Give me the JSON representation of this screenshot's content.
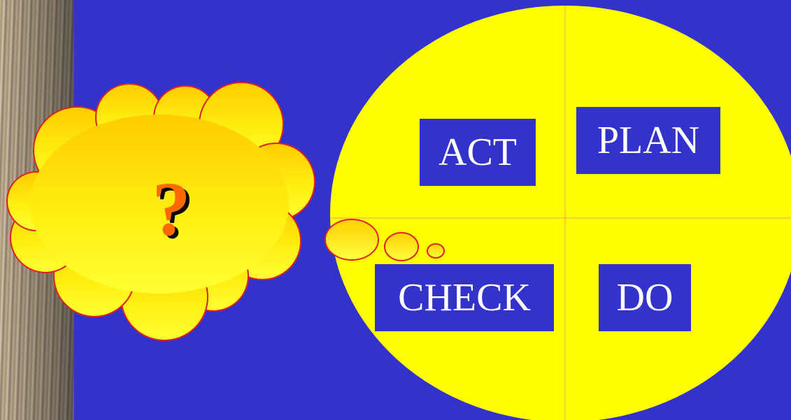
{
  "diagram": {
    "cycle_labels": {
      "act": "ACT",
      "plan": "PLAN",
      "check": "CHECK",
      "do": "DO"
    },
    "thought_symbol": "?",
    "colors": {
      "background": "#3333cc",
      "circle_fill": "#ffff00",
      "label_box": "#3333cc",
      "label_text": "#ffffff",
      "cloud_fill": "#ffdd00",
      "cloud_stroke": "#dd2222",
      "question_mark": "#ff6a00"
    }
  }
}
